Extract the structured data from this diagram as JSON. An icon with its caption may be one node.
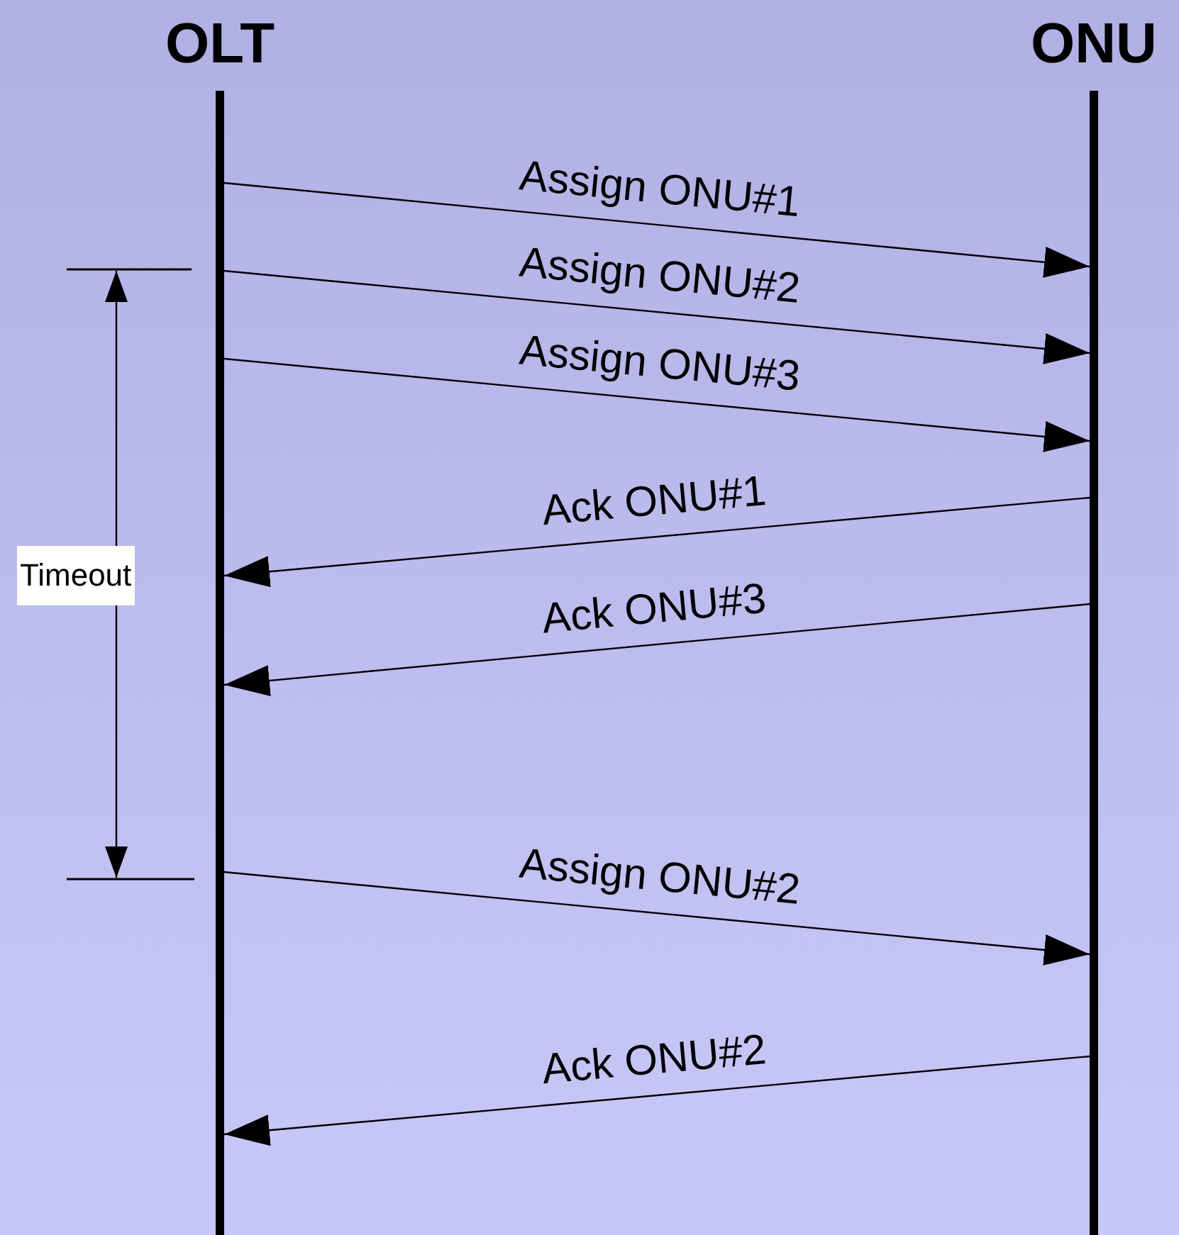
{
  "diagram": {
    "nodes": [
      {
        "text": [
          "OLT"
        ]
      },
      {
        "text": [
          "ONU"
        ]
      }
    ],
    "edges": [
      {
        "from": 0,
        "to": 1,
        "arrow": "to",
        "label": "Assign ONU#1"
      },
      {
        "from": 0,
        "to": 1,
        "arrow": "to",
        "label": "Assign ONU#2"
      },
      {
        "from": 0,
        "to": 1,
        "arrow": "to",
        "label": "Assign ONU#3"
      },
      {
        "from": 1,
        "to": 0,
        "arrow": "to",
        "label": "Ack ONU#1"
      },
      {
        "from": 1,
        "to": 0,
        "arrow": "to",
        "label": "Ack ONU#3"
      },
      {
        "from": 0,
        "to": 1,
        "arrow": "to",
        "label": "Assign ONU#2"
      },
      {
        "from": 1,
        "to": 0,
        "arrow": "to",
        "label": "Ack ONU#2"
      }
    ],
    "labels": [
      "Timeout"
    ]
  }
}
